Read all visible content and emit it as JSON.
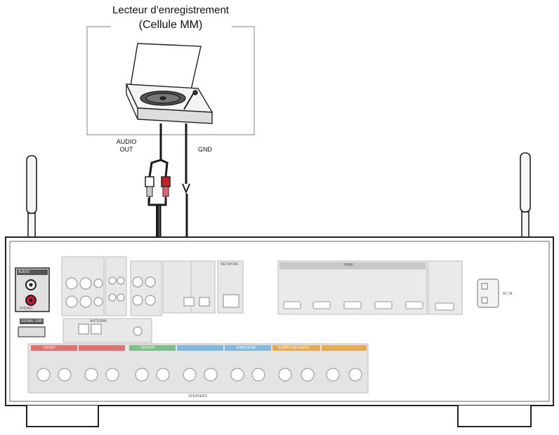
{
  "title_line1": "Lecteur d’enregistrement",
  "title_line2": "(Cellule MM)",
  "audio_out": "AUDIO\nOUT",
  "gnd": "GND",
  "panel": {
    "audio_in": "AUDIO",
    "phono": "PHONO",
    "signal_gnd": "SIGNAL GND",
    "antenna": "ANTENNA",
    "network": "NETWORK",
    "hdmi": "HDMI",
    "ac_in": "AC IN",
    "speakers": "SPEAKERS",
    "front": "FRONT",
    "center": "CENTER",
    "surround": "SURROUND",
    "surround_back": "SURROUND BACK"
  },
  "colors": {
    "line": "#1a1a1a",
    "panel_fill": "#e8e8e8",
    "red_plug": "#c81e2a",
    "front_tag": "#e07070",
    "center_tag": "#7fc08a",
    "surround_tag": "#80b8e0",
    "surround_back_tag": "#e8a94f"
  }
}
